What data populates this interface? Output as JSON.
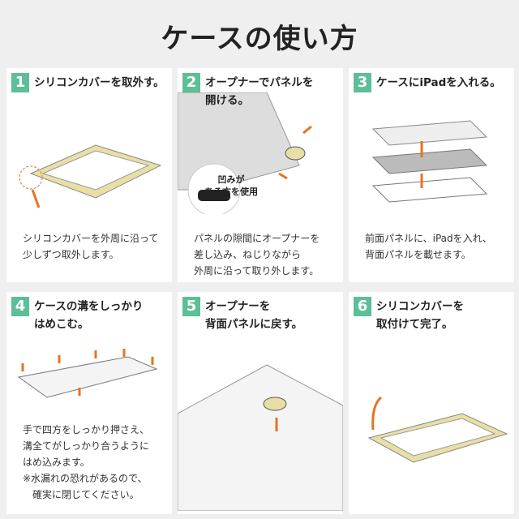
{
  "title": "ケースの使い方",
  "steps": [
    {
      "num": "1",
      "heading": "シリコンカバーを取外す。",
      "desc": "シリコンカバーを外周に沿って\n少しずつ取外します。"
    },
    {
      "num": "2",
      "heading": "オープナーでパネルを\n開ける。",
      "desc": "パネルの隙間にオープナーを\n差し込み、ねじりながら\n外周に沿って取り外します。",
      "bubble": "凹みが\nある方を使用"
    },
    {
      "num": "3",
      "heading": "ケースにiPadを入れる。",
      "desc": "前面パネルに、iPadを入れ、\n背面パネルを載せます。"
    },
    {
      "num": "4",
      "heading": "ケースの溝をしっかり\nはめこむ。",
      "desc": "手で四方をしっかり押さえ、\n溝全てがしっかり合うように\nはめ込みます。\n※水漏れの恐れがあるので、\n　確実に閉じてください。"
    },
    {
      "num": "5",
      "heading": "オープナーを\n背面パネルに戻す。",
      "desc": ""
    },
    {
      "num": "6",
      "heading": "シリコンカバーを\n取付けて完了。",
      "desc": ""
    }
  ],
  "colors": {
    "accent": "#5cbf95",
    "arrow": "#e8731e",
    "cover": "#e9dfa6"
  }
}
